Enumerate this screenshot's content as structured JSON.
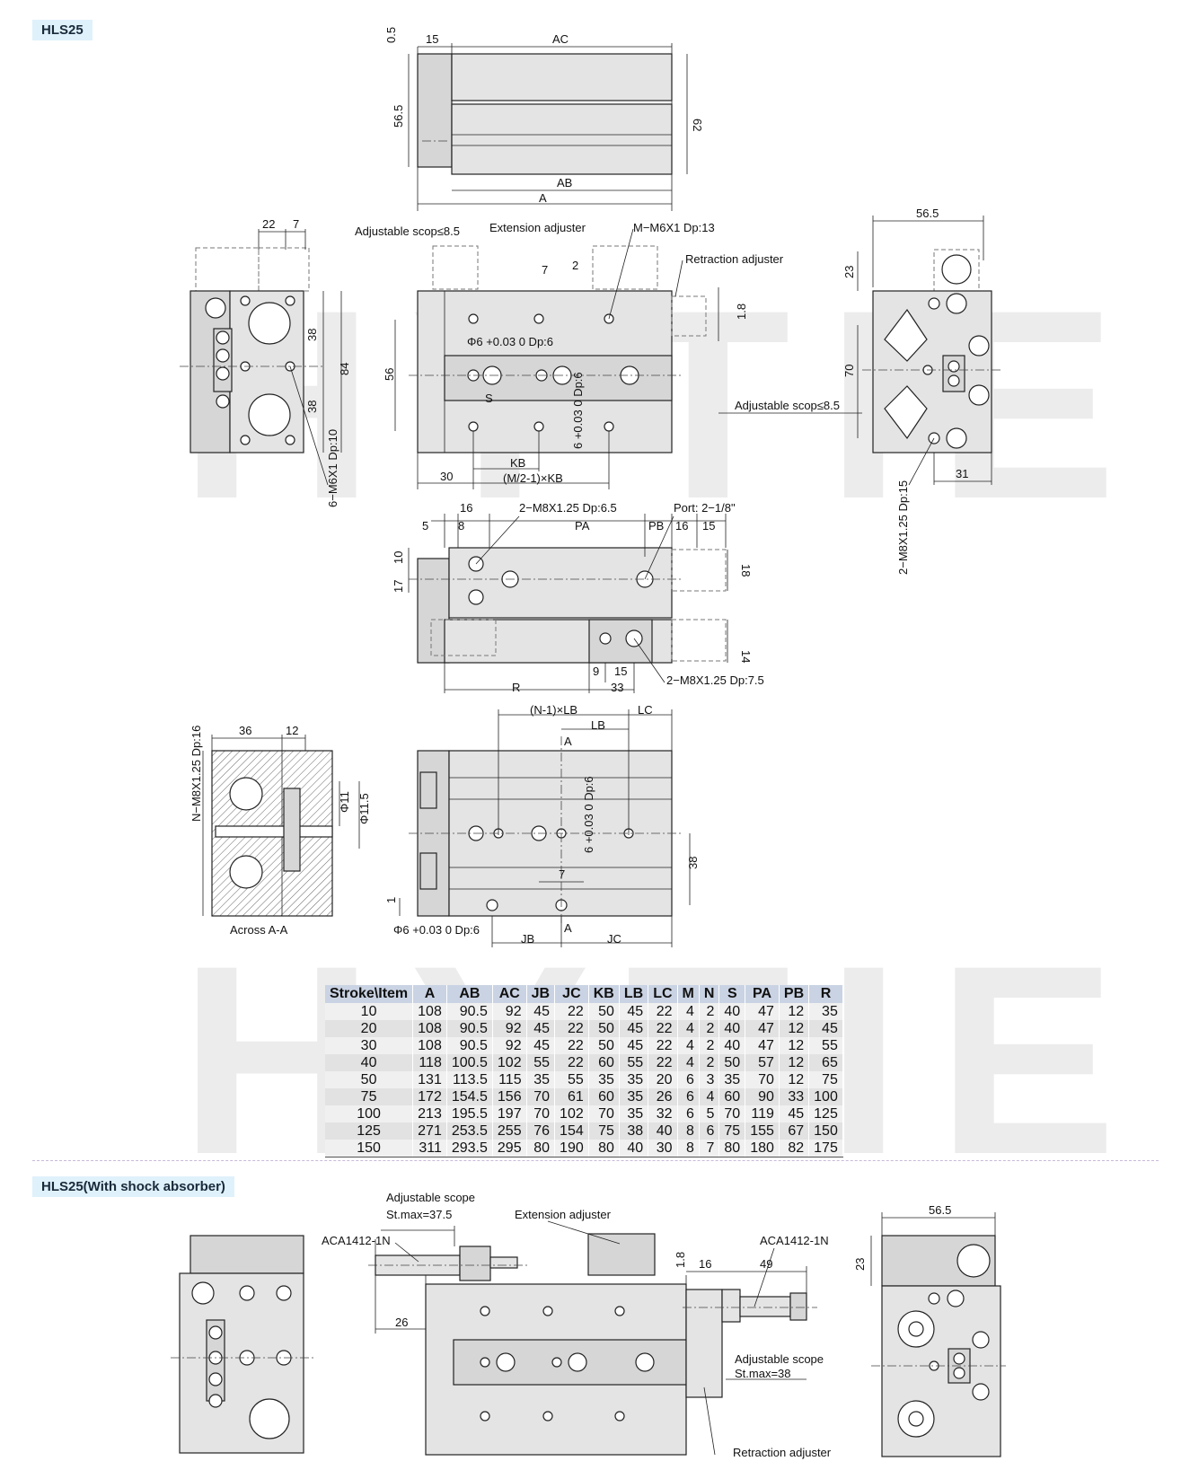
{
  "section1_title": "HLS25",
  "section2_title": "HLS25(With shock absorber)",
  "watermark": "HYTIE",
  "top_view": {
    "d1": "0.5",
    "d2": "15",
    "d3": "AC",
    "d4": "56.5",
    "d5": "62",
    "d6": "AB",
    "d7": "A"
  },
  "side_left": {
    "d22": "22",
    "d7": "7",
    "d38a": "38",
    "d84": "84",
    "d38b": "38",
    "holes": "6−M6X1 Dp:10"
  },
  "front_view": {
    "adj_scope": "Adjustable scop≤8.5",
    "ext_adj": "Extension adjuster",
    "mhole": "M−M6X1 Dp:13",
    "retr_adj": "Retraction adjuster",
    "d7": "7",
    "d2": "2",
    "d18": "1.8",
    "d56": "56",
    "phi": "Φ6 +0.03 0 Dp:6",
    "s": "S",
    "dp6": "6 +0.03 0 Dp:6",
    "adj_scope2": "Adjustable scop≤8.5",
    "kb": "KB",
    "d30": "30",
    "mkb": "(M/2-1)×KB"
  },
  "side_right": {
    "d565": "56.5",
    "d23": "23",
    "d70": "70",
    "d31": "31",
    "holes": "2−M8X1.25 Dp:15"
  },
  "bottom_view": {
    "d16": "16",
    "m8": "2−M8X1.25 Dp:6.5",
    "port": "Port: 2−1/8\"",
    "d5": "5",
    "d8": "8",
    "pa": "PA",
    "pb": "PB",
    "d16b": "16",
    "d15": "15",
    "d10": "10",
    "d17": "17",
    "d18": "18",
    "d14": "14",
    "d9": "9",
    "d15b": "15",
    "r": "R",
    "d33": "33",
    "m8b": "2−M8X1.25 Dp:7.5"
  },
  "section_view": {
    "n": "N−M8X1.25 Dp:16",
    "d36": "36",
    "d12": "12",
    "phi11": "Φ11",
    "phi115": "Φ11.5",
    "label": "Across A-A"
  },
  "lower_view": {
    "nlb": "(N-1)×LB",
    "lc": "LC",
    "lb": "LB",
    "a": "A",
    "dp6": "6 +0.03 0 Dp:6",
    "d38": "38",
    "d7": "7",
    "d1": "1",
    "phi": "Φ6 +0.03 0 Dp:6",
    "a2": "A",
    "jb": "JB",
    "jc": "JC"
  },
  "table": {
    "headers": [
      "Stroke\\Item",
      "A",
      "AB",
      "AC",
      "JB",
      "JC",
      "KB",
      "LB",
      "LC",
      "M",
      "N",
      "S",
      "PA",
      "PB",
      "R"
    ],
    "rows": [
      [
        "10",
        "108",
        "90.5",
        "92",
        "45",
        "22",
        "50",
        "45",
        "22",
        "4",
        "2",
        "40",
        "47",
        "12",
        "35"
      ],
      [
        "20",
        "108",
        "90.5",
        "92",
        "45",
        "22",
        "50",
        "45",
        "22",
        "4",
        "2",
        "40",
        "47",
        "12",
        "45"
      ],
      [
        "30",
        "108",
        "90.5",
        "92",
        "45",
        "22",
        "50",
        "45",
        "22",
        "4",
        "2",
        "40",
        "47",
        "12",
        "55"
      ],
      [
        "40",
        "118",
        "100.5",
        "102",
        "55",
        "22",
        "60",
        "55",
        "22",
        "4",
        "2",
        "50",
        "57",
        "12",
        "65"
      ],
      [
        "50",
        "131",
        "113.5",
        "115",
        "35",
        "55",
        "35",
        "35",
        "20",
        "6",
        "3",
        "35",
        "70",
        "12",
        "75"
      ],
      [
        "75",
        "172",
        "154.5",
        "156",
        "70",
        "61",
        "60",
        "35",
        "26",
        "6",
        "4",
        "60",
        "90",
        "33",
        "100"
      ],
      [
        "100",
        "213",
        "195.5",
        "197",
        "70",
        "102",
        "70",
        "35",
        "32",
        "6",
        "5",
        "70",
        "119",
        "45",
        "125"
      ],
      [
        "125",
        "271",
        "253.5",
        "255",
        "76",
        "154",
        "75",
        "38",
        "40",
        "8",
        "6",
        "75",
        "155",
        "67",
        "150"
      ],
      [
        "150",
        "311",
        "293.5",
        "295",
        "80",
        "190",
        "80",
        "40",
        "30",
        "8",
        "7",
        "80",
        "180",
        "82",
        "175"
      ]
    ]
  },
  "shock_view": {
    "adj_scope": "Adjustable scope",
    "stmax": "St.max=37.5",
    "ext_adj": "Extension adjuster",
    "aca1": "ACA1412-1N",
    "d26": "26",
    "aca2": "ACA1412-1N",
    "d18": "1.8",
    "d16": "16",
    "d49": "49",
    "adj_scope2": "Adjustable scope",
    "stmax2": "St.max=38",
    "retr_adj": "Retraction adjuster",
    "d565": "56.5",
    "d23": "23"
  }
}
